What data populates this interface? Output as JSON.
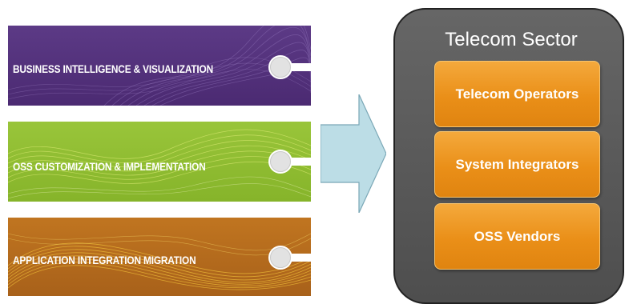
{
  "services": [
    {
      "label": "BUSINESS INTELLIGENCE & VISUALIZATION",
      "color": "#4f2d77"
    },
    {
      "label": "OSS CUSTOMIZATION & IMPLEMENTATION",
      "color": "#8cba2e"
    },
    {
      "label": "APPLICATION INTEGRATION MIGRATION",
      "color": "#b56b1c"
    }
  ],
  "sector": {
    "title": "Telecom Sector",
    "items": [
      {
        "label": "Telecom Operators"
      },
      {
        "label": "System Integrators"
      },
      {
        "label": "OSS Vendors"
      }
    ],
    "panel_color": "#5a5a5a",
    "item_color": "#ed9220"
  },
  "arrow_color": "#b9dbe4"
}
